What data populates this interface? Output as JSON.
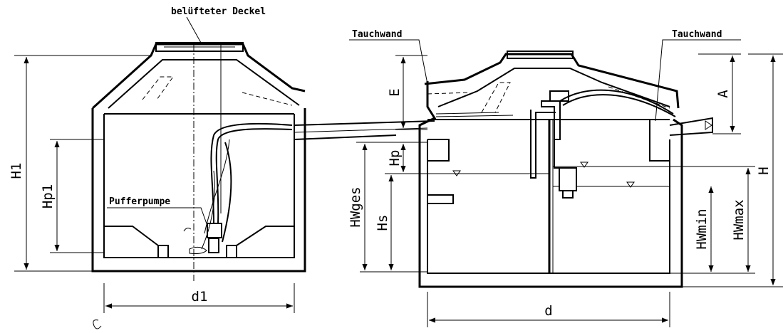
{
  "labels": {
    "cover": "belüfteter Deckel",
    "baffle_left": "Tauchwand",
    "baffle_right": "Tauchwand",
    "pump": "Pufferpumpe"
  },
  "dimensions": {
    "H1": "H1",
    "Hp1": "Hp1",
    "d1": "d1",
    "E": "E",
    "Hp": "Hp",
    "HWges": "HWges",
    "Hs": "Hs",
    "A": "A",
    "H": "H",
    "HWmin": "HWmin",
    "HWmax": "HWmax",
    "d": "d"
  }
}
